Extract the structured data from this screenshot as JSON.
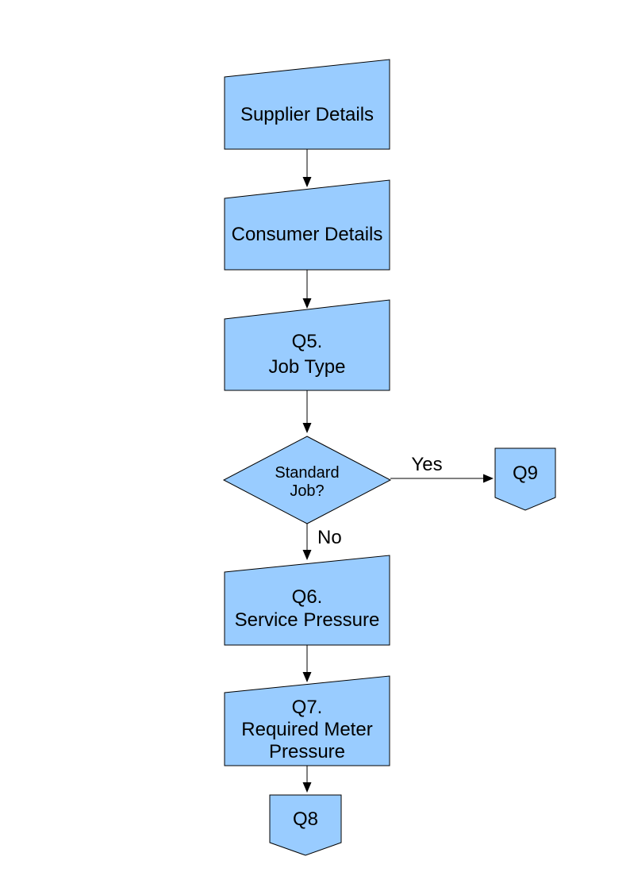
{
  "diagram": {
    "colors": {
      "shape_fill": "#99CCFF",
      "shape_stroke": "#000000",
      "connector": "#000000",
      "text": "#000000",
      "background": "#FFFFFF"
    },
    "nodes": [
      {
        "id": "supplier-details",
        "type": "manual-input",
        "lines": [
          "Supplier Details"
        ]
      },
      {
        "id": "consumer-details",
        "type": "manual-input",
        "lines": [
          "Consumer Details"
        ]
      },
      {
        "id": "q5-job-type",
        "type": "manual-input",
        "lines": [
          "Q5.",
          "Job Type"
        ]
      },
      {
        "id": "standard-job-decision",
        "type": "decision",
        "lines": [
          "Standard",
          "Job?"
        ]
      },
      {
        "id": "q9-connector",
        "type": "off-page-connector",
        "lines": [
          "Q9"
        ]
      },
      {
        "id": "q6-service-pressure",
        "type": "manual-input",
        "lines": [
          "Q6.",
          "Service Pressure"
        ]
      },
      {
        "id": "q7-required-meter-pressure",
        "type": "manual-input",
        "lines": [
          "Q7.",
          "Required Meter",
          "Pressure"
        ]
      },
      {
        "id": "q8-connector",
        "type": "off-page-connector",
        "lines": [
          "Q8"
        ]
      }
    ],
    "edge_labels": {
      "yes": "Yes",
      "no": "No"
    }
  }
}
